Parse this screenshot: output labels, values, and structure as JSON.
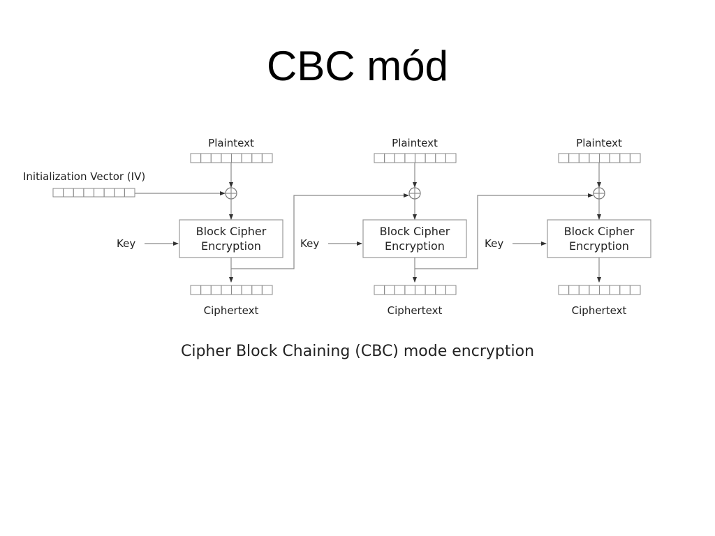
{
  "slide": {
    "title": "CBC mód"
  },
  "diagram": {
    "iv_label": "Initialization Vector (IV)",
    "caption": "Cipher Block Chaining (CBC) mode encryption",
    "stages": [
      {
        "plaintext": "Plaintext",
        "key": "Key",
        "cipher_line1": "Block Cipher",
        "cipher_line2": "Encryption",
        "ciphertext": "Ciphertext"
      },
      {
        "plaintext": "Plaintext",
        "key": "Key",
        "cipher_line1": "Block Cipher",
        "cipher_line2": "Encryption",
        "ciphertext": "Ciphertext"
      },
      {
        "plaintext": "Plaintext",
        "key": "Key",
        "cipher_line1": "Block Cipher",
        "cipher_line2": "Encryption",
        "ciphertext": "Ciphertext"
      }
    ]
  }
}
